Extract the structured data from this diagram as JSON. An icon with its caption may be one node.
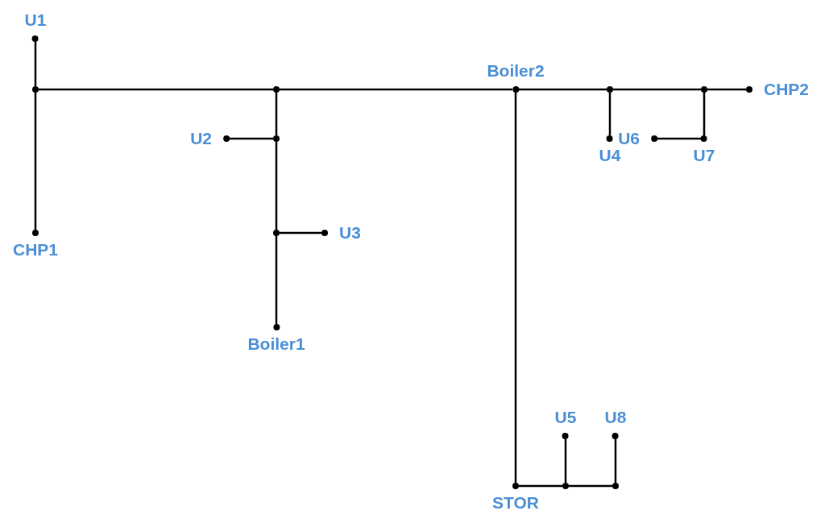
{
  "diagram": {
    "nodes": [
      {
        "text": [
          "U1"
        ]
      },
      {
        "text": [],
        "shape": "circle"
      },
      {
        "text": [
          "CHP1"
        ]
      },
      {
        "text": [],
        "shape": "circle"
      },
      {
        "text": [
          "U2"
        ]
      },
      {
        "text": [],
        "shape": "circle"
      },
      {
        "text": [],
        "shape": "circle"
      },
      {
        "text": [
          "U3"
        ]
      },
      {
        "text": [
          "Boiler1"
        ]
      },
      {
        "text": [
          "Boiler2"
        ]
      },
      {
        "text": [],
        "shape": "circle"
      },
      {
        "text": [
          "U4"
        ]
      },
      {
        "text": [
          "U6"
        ]
      },
      {
        "text": [],
        "shape": "circle"
      },
      {
        "text": [
          "U7"
        ]
      },
      {
        "text": [
          "CHP2"
        ]
      },
      {
        "text": [
          "U5"
        ]
      },
      {
        "text": [
          "U8"
        ]
      },
      {
        "text": [],
        "shape": "circle"
      },
      {
        "text": [],
        "shape": "circle"
      },
      {
        "text": [
          "STOR"
        ]
      }
    ],
    "edges": [
      {
        "from": 0,
        "to": 1,
        "arrow": "none"
      },
      {
        "from": 1,
        "to": 2,
        "arrow": "none"
      },
      {
        "from": 1,
        "to": 3,
        "arrow": "none"
      },
      {
        "from": 3,
        "to": 9,
        "arrow": "none"
      },
      {
        "from": 3,
        "to": 5,
        "arrow": "none"
      },
      {
        "from": 4,
        "to": 5,
        "arrow": "none"
      },
      {
        "from": 5,
        "to": 6,
        "arrow": "none"
      },
      {
        "from": 6,
        "to": 7,
        "arrow": "none"
      },
      {
        "from": 6,
        "to": 8,
        "arrow": "none"
      },
      {
        "from": 9,
        "to": 10,
        "arrow": "none"
      },
      {
        "from": 10,
        "to": 13,
        "arrow": "none"
      },
      {
        "from": 13,
        "to": 15,
        "arrow": "none"
      },
      {
        "from": 10,
        "to": 11,
        "arrow": "none"
      },
      {
        "from": 13,
        "to": 14,
        "arrow": "none"
      },
      {
        "from": 12,
        "to": 14,
        "arrow": "none"
      },
      {
        "from": 9,
        "to": 20,
        "arrow": "none"
      },
      {
        "from": 20,
        "to": 18,
        "arrow": "none"
      },
      {
        "from": 18,
        "to": 16,
        "arrow": "none"
      },
      {
        "from": 18,
        "to": 19,
        "arrow": "none"
      },
      {
        "from": 19,
        "to": 17,
        "arrow": "none"
      }
    ]
  }
}
